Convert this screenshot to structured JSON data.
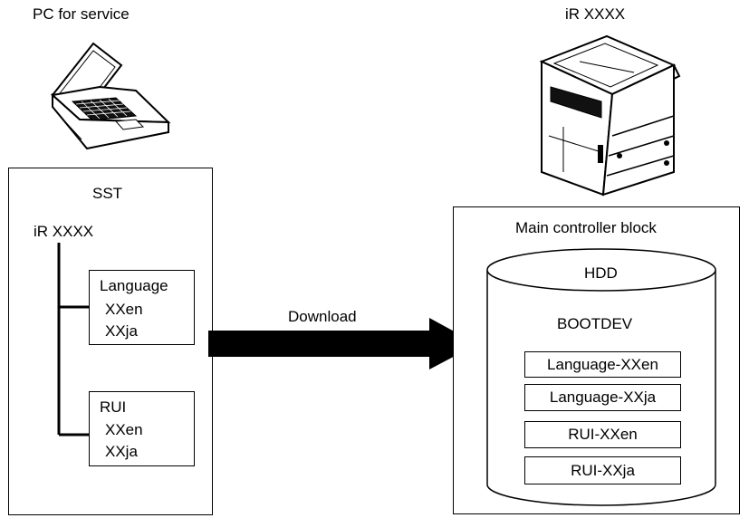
{
  "pc": {
    "title": "PC for service"
  },
  "printer": {
    "title": "iR XXXX"
  },
  "sst": {
    "title": "SST",
    "root": "iR XXXX",
    "language_box": {
      "title": "Language",
      "items": [
        "XXen",
        "XXja"
      ]
    },
    "rui_box": {
      "title": "RUI",
      "items": [
        "XXen",
        "XXja"
      ]
    }
  },
  "arrow": {
    "label": "Download"
  },
  "controller": {
    "title": "Main controller block",
    "hdd": "HDD",
    "bootdev": "BOOTDEV",
    "items": [
      "Language-XXen",
      "Language-XXja",
      "RUI-XXen",
      "RUI-XXja"
    ]
  }
}
